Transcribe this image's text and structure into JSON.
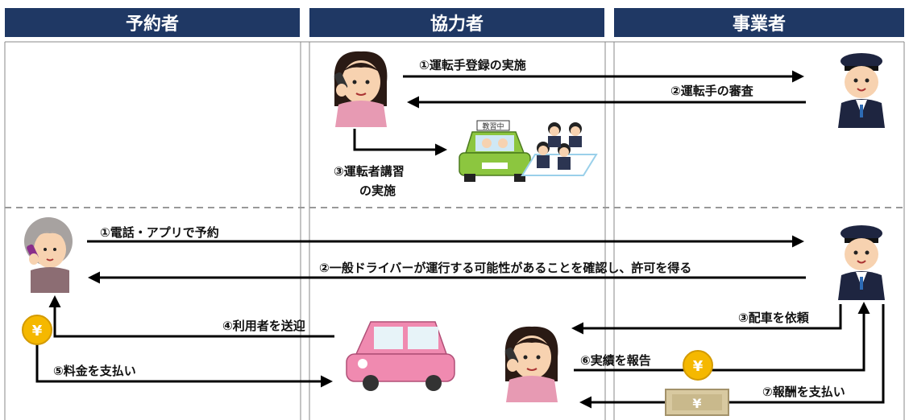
{
  "headers": {
    "reserver": "予約者",
    "cooperator": "協力者",
    "operator": "事業者"
  },
  "section1": {
    "step1": "①運転手登録の実施",
    "step2": "②運転手の審査",
    "step3_line1": "③運転者講習",
    "step3_line2": "の実施",
    "car_sign": "教習中"
  },
  "section2": {
    "step1": "①電話・アプリで予約",
    "step2": "②一般ドライバーが運行する可能性があることを確認し、許可を得る",
    "step3": "③配車を依頼",
    "step4": "④利用者を送迎",
    "step5": "⑤料金を支払い",
    "step6": "⑥実績を報告",
    "step7": "⑦報酬を支払い",
    "yen": "¥"
  },
  "colors": {
    "header_bg": "#1f3864",
    "arrow": "#000000",
    "divider": "#999999",
    "coin": "#f5b800",
    "pink_car": "#f08ab0",
    "green_car": "#8cc63f"
  }
}
